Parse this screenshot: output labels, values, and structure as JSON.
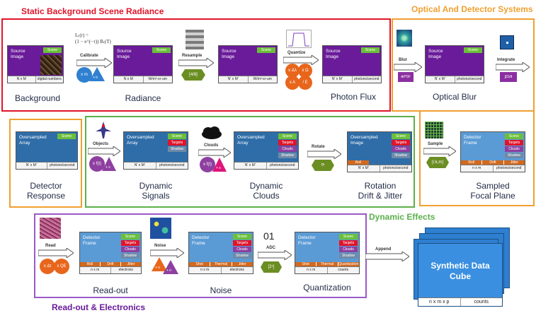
{
  "regions": {
    "static": "Static Background Scene Radiance",
    "optical": "Optical And Detector Systems",
    "dynamic": "Dynamic Effects",
    "readout": "Read-out & Electronics"
  },
  "cards": {
    "background": {
      "title": "Source\nImage",
      "tags": [
        "Scene"
      ],
      "foot": [
        "N x M",
        "digital numbers"
      ]
    },
    "radiance": {
      "title": "Source\nImage",
      "tags": [
        "Scene"
      ],
      "foot": [
        "N x M",
        "W/m²-sr-um"
      ]
    },
    "resampled": {
      "title": "Source\nImage",
      "tags": [
        "Scene"
      ],
      "foot": [
        "N' x M'",
        "W/m²-sr-um"
      ]
    },
    "photon": {
      "title": "Source\nImage",
      "tags": [
        "Scene"
      ],
      "foot": [
        "N' x M'",
        "photons/second"
      ]
    },
    "optical": {
      "title": "Source\nImage",
      "tags": [
        "Scene"
      ],
      "foot": [
        "N' x M'",
        "photons/second"
      ]
    },
    "detector": {
      "title": "Oversampled\nArray",
      "tags": [
        "Scene"
      ],
      "foot": [
        "N' x M'",
        "photons/second"
      ]
    },
    "signals": {
      "title": "Oversampled\nArray",
      "tags": [
        "Scene",
        "Targets",
        "Shadow"
      ],
      "foot": [
        "N' x M'",
        "photons/second"
      ]
    },
    "clouds": {
      "title": "Oversampled\nArray",
      "tags": [
        "Scene",
        "Targets",
        "Clouds",
        "Shadow"
      ],
      "foot": [
        "N' x M'",
        "photons/second"
      ]
    },
    "rotation": {
      "title": "Oversampled\nImage",
      "tags": [
        "Scene",
        "Targets",
        "Clouds",
        "Shadow"
      ],
      "strip": [
        "Roll"
      ],
      "foot": [
        "N' x M'",
        "photons/second"
      ]
    },
    "focal": {
      "title": "Detector\nFrame",
      "tags": [
        "Scene",
        "Targets",
        "Clouds",
        "Shadow"
      ],
      "strip": [
        "Roll",
        "Drift",
        "Jitter"
      ],
      "foot": [
        "n x m",
        "photons/second"
      ]
    },
    "readout": {
      "title": "Detector\nFrame",
      "tags": [
        "Scene",
        "Targets",
        "Clouds",
        "Shadow"
      ],
      "strip": [
        "Roll",
        "Drift",
        "Jitter"
      ],
      "foot": [
        "n x m",
        "electrons"
      ]
    },
    "noise": {
      "title": "Detector\nFrame",
      "tags": [
        "Scene",
        "Targets",
        "Clouds",
        "Shadow"
      ],
      "strip": [
        "Shot",
        "Thermal",
        "Jitter"
      ],
      "foot": [
        "n x m",
        "electrons"
      ]
    },
    "quant": {
      "title": "Detector\nFrame",
      "tags": [
        "Scene",
        "Targets",
        "Clouds",
        "Shadow"
      ],
      "strip": [
        "Shot",
        "Thermal",
        "Quantization"
      ],
      "foot": [
        "n x m",
        "counts"
      ]
    }
  },
  "labels": {
    "background": "Background",
    "radiance": "Radiance",
    "photon": "Photon Flux",
    "optical": "Optical Blur",
    "detector": "Detector\nResponse",
    "signals": "Dynamic\nSignals",
    "clouds": "Dynamic\nClouds",
    "rotation": "Rotation\nDrift & Jitter",
    "focal": "Sampled\nFocal Plane",
    "readout": "Read-out",
    "noise": "Noise",
    "quant": "Quantization",
    "cube": "Synthetic Data\nCube"
  },
  "ops": {
    "calibrate": "Calibrate",
    "resample": "Resample",
    "quantize": "Quantize",
    "blur": "Blur",
    "integrate": "Integrate",
    "objects": "Objects",
    "clouds": "Clouds",
    "rotate": "Rotate",
    "sample": "Sample",
    "read": "Read",
    "noise": "Noise",
    "adc": "ADC",
    "append": "Append"
  },
  "op_values": {
    "resample": "[4/8]",
    "psf": "⊗PSF",
    "integrate": "∫∫Ωdt",
    "sample": "[i:k,m]",
    "adc": "[2ⁿ]",
    "adc_bits": "01",
    "cal_a": "x m",
    "cal_b": "+ b",
    "q_a": "x Δλ",
    "q_b": "x Ω",
    "q_c": "x A",
    "q_d": "/ E",
    "obj_a": "x f(t)",
    "obj_b": "+ s",
    "cl_a": "x f(t)",
    "cl_b": "+ s",
    "rd_a": "x Δt",
    "rd_b": "x QE",
    "n_a": "+ n",
    "n_b": "+ n"
  },
  "formula": {
    "line1": "Lₜ(r) =",
    "line2": "(1 − e^(−τ)) Bₜ(T)"
  },
  "cube": {
    "foot": [
      "n x m x p",
      "counts"
    ]
  },
  "colors": {
    "purple": "#6a1b9a",
    "blue": "#2f6da8",
    "lightblue": "#5b9bd5",
    "red": "#e0142a",
    "orange": "#f0a030",
    "green": "#5bb04a",
    "violet": "#9a5bc8"
  }
}
